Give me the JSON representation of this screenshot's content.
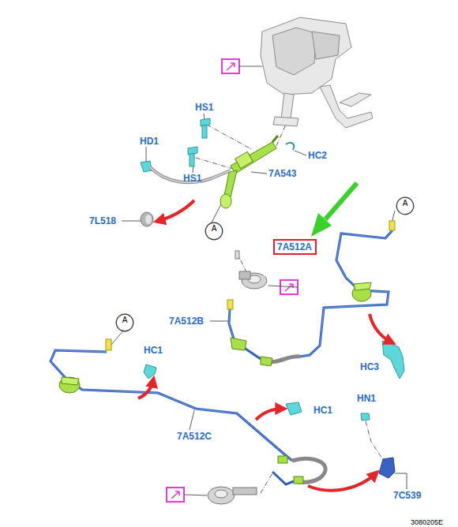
{
  "diagram": {
    "nodes": [
      {
        "text": [
          "A"
        ]
      },
      {
        "text": [
          "A"
        ]
      },
      {
        "text": [
          "7A512A"
        ]
      },
      {
        "text": [
          "A"
        ]
      }
    ],
    "edges": [],
    "labels": [
      "HS1",
      "HD1",
      "HS1",
      "HC2",
      "7A543",
      "7L518",
      "7A512B",
      "HC3",
      "HC1",
      "HC1",
      "7A512C",
      "HN1",
      "7C539",
      "3080205E"
    ]
  }
}
